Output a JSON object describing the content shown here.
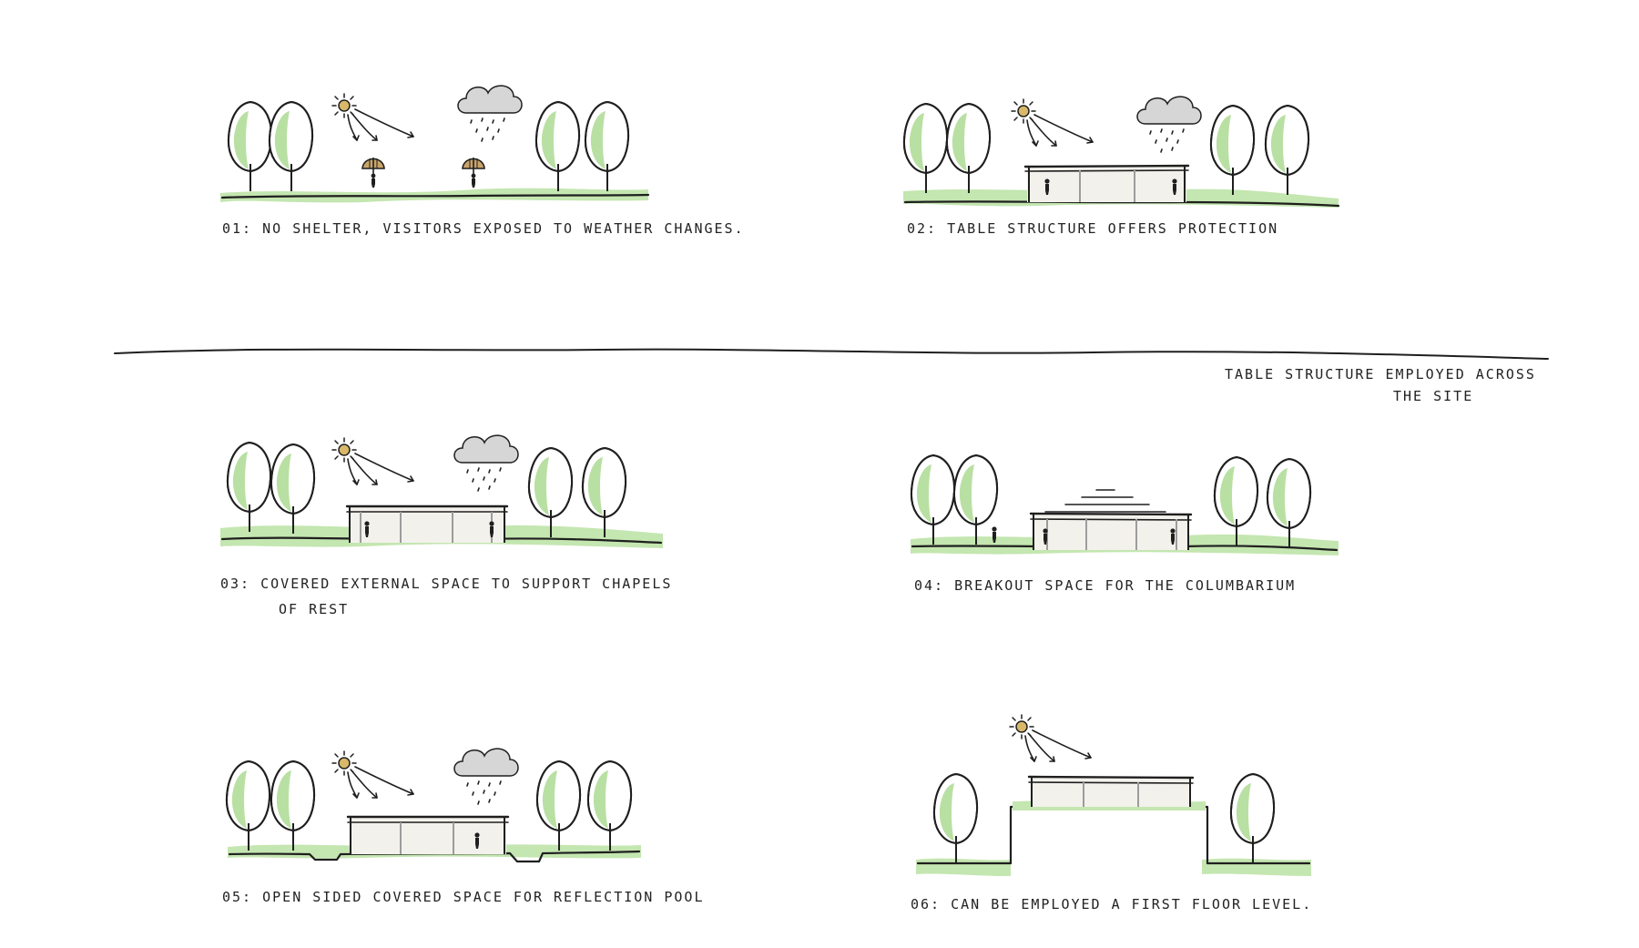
{
  "colors": {
    "paper": "#ffffff",
    "ink": "#1f1f1f",
    "foliage": "#b9e0a3",
    "ground": "#c4e6b0",
    "cloud": "#d6d6d6",
    "sun": "#d9b86a",
    "umbrella": "#c9a46a",
    "structure_fill": "#f3f1ec",
    "column": "#9c9c9c"
  },
  "icons": [
    "tree-icon",
    "sun-icon",
    "cloud-icon",
    "rain-icon",
    "umbrella-icon",
    "person-icon"
  ],
  "panels": [
    {
      "id": "01",
      "caption": "01:  NO SHELTER, VISITORS EXPOSED TO WEATHER CHANGES."
    },
    {
      "id": "02",
      "caption": "02:  TABLE  STRUCTURE  OFFERS  PROTECTION"
    },
    {
      "id": "03",
      "caption_line1": "03:   COVERED  EXTERNAL  SPACE   TO  SUPPORT  CHAPELS",
      "caption_line2": "OF  REST"
    },
    {
      "id": "04",
      "caption": "04:   BREAKOUT  SPACE  FOR  THE  COLUMBARIUM"
    },
    {
      "id": "05",
      "caption": "05:   OPEN SIDED  COVERED  SPACE  FOR REFLECTION  POOL"
    },
    {
      "id": "06",
      "caption": "06:  CAN BE  EMPLOYED  A  FIRST  FLOOR  LEVEL."
    }
  ],
  "divider_note": {
    "line1": "TABLE  STRUCTURE  EMPLOYED  ACROSS",
    "line2": "THE  SITE"
  }
}
